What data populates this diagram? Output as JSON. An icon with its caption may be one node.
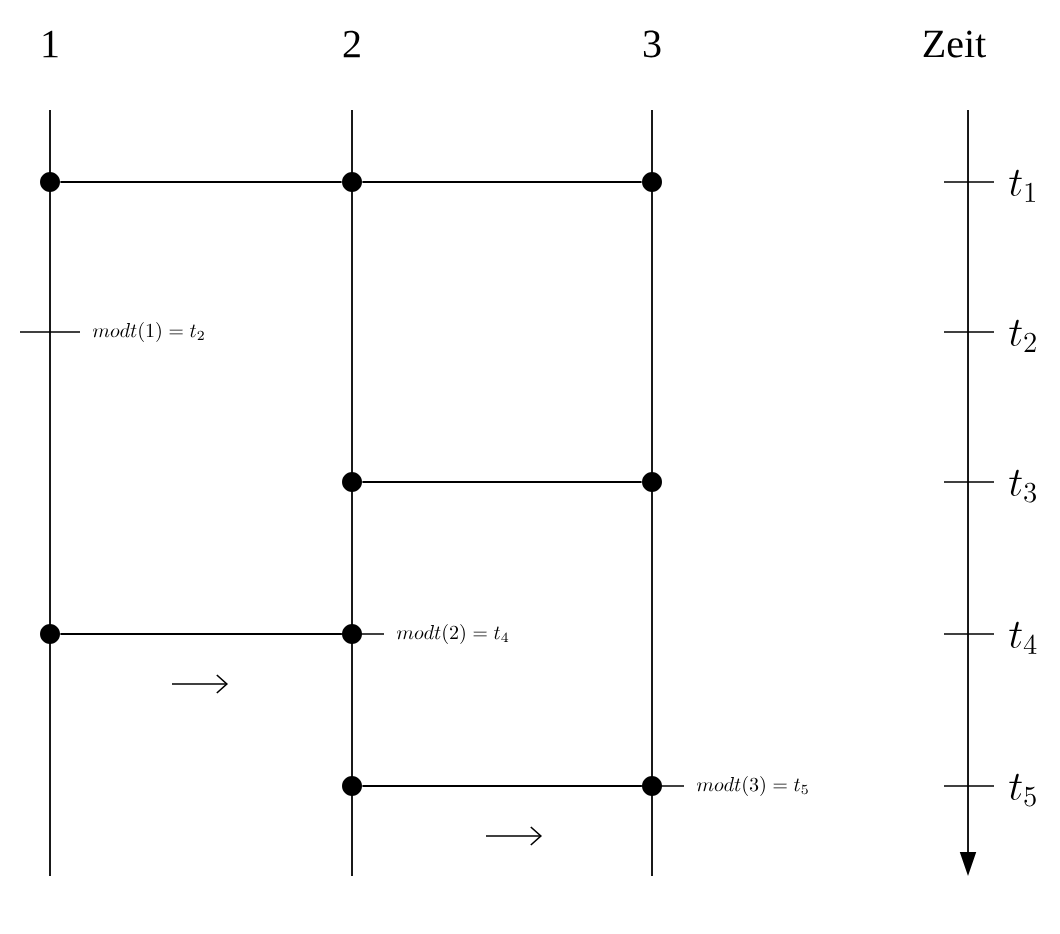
{
  "diagram": {
    "nodes": [
      {
        "text": [],
        "shape": "circle"
      },
      {
        "text": [],
        "shape": "circle"
      },
      {
        "text": [],
        "shape": "circle"
      },
      {
        "text": [],
        "shape": "circle"
      },
      {
        "text": [],
        "shape": "circle"
      },
      {
        "text": [],
        "shape": "circle"
      },
      {
        "text": [],
        "shape": "circle"
      },
      {
        "text": [],
        "shape": "circle"
      },
      {
        "text": [],
        "shape": "circle"
      }
    ],
    "edges": [
      {
        "from": 0,
        "to": 1,
        "arrow": "none"
      },
      {
        "from": 1,
        "to": 2,
        "arrow": "none"
      },
      {
        "from": 3,
        "to": 4,
        "arrow": "none"
      },
      {
        "from": 5,
        "to": 6,
        "arrow": "none"
      },
      {
        "from": 7,
        "to": 8,
        "arrow": "none"
      }
    ],
    "labels": [
      "1",
      "2",
      "3",
      "Zeit",
      "t_1",
      "modt(1) = t_2",
      "t_2",
      "t_3",
      "modt(2) = t_4",
      "t_4",
      "modt(3) = t_5",
      "t_5"
    ]
  }
}
